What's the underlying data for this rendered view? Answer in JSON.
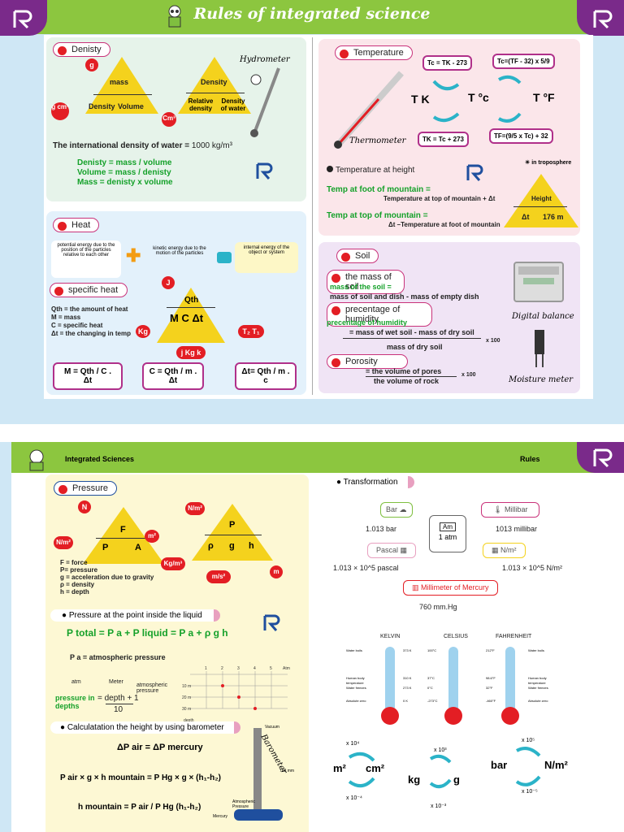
{
  "top": {
    "title": "Rules of integrated science",
    "density": {
      "pill": "Denisty",
      "tri1": {
        "top": "mass",
        "left": "Density",
        "right": "Volume"
      },
      "tri2": {
        "top": "Density",
        "left": "Relative density",
        "right": "Density of water"
      },
      "hydrometer": "Hydrometer",
      "unit_g": "g",
      "unit_gcm": "g cm³",
      "unit_cm": "Cm³",
      "intl": "The international density of water =",
      "intl_val": "1000 kg/m³",
      "f1": "Denisty = mass / volume",
      "f2": "Volume = mass / denisty",
      "f3": "Mass = denisty x volume"
    },
    "temperature": {
      "pill": "Temperature",
      "tk": "T K",
      "tc": "T °c",
      "tf": "T °F",
      "f1": "Tc = TK - 273",
      "f2": "Tc=(TF - 32) x 5/9",
      "f3": "TK = Tc + 273",
      "f4": "TF=(9/5 x Tc) + 32",
      "thermometer": "Thermometer",
      "height_pill": "Temperature at height",
      "tropo": "in troposphere",
      "foot_label": "Temp at foot of mountain =",
      "foot_expr": "Temperature at top of mountain + Δt",
      "top_label": "Temp at top of mountain =",
      "top_expr": "Δt –Temperature at foot of mountain",
      "tri_top": "Height",
      "tri_l": "Δt",
      "tri_r": "176 m"
    },
    "heat": {
      "pill": "Heat",
      "e1": "potential energy due to the position of the particles relative to each other",
      "e2": "kinetic energy due to the motion of the particles",
      "e3": "internal energy of the object or system",
      "sh_pill": "specific heat",
      "tri_top": "Qth",
      "tri_row": "M  C  Δt",
      "u_j": "J",
      "u_kg": "Kg",
      "u_t": "T₂ T₁",
      "u_jkgk": "j Kg k",
      "d1": "Qth = the amount of heat",
      "d2": "M = mass",
      "d3": "C = specific heat",
      "d4": "Δt = the changing in temp",
      "fm": "M = Qth / C . Δt",
      "fc": "C = Qth / m . Δt",
      "ft": "Δt= Qth / m . c"
    },
    "soil": {
      "pill": "Soil",
      "mass_pill": "the mass of soil",
      "mass_def": "mass of the soil =",
      "mass_expr": "mass of soil and dish - mass of empty dish",
      "hum_pill": "precentage of humidity",
      "hum_def": "precentage of humidity",
      "hum_num": "= mass of wet soil - mass of dry soil",
      "hum_den": "mass of dry soil",
      "x100": "x 100",
      "por_pill": "Porosity",
      "por_num": "= the volume of pores",
      "por_den": "the volume of rock",
      "balance": "Digital balance",
      "moisture": "Moisture meter"
    }
  },
  "bottom": {
    "header_left": "Integrated Sciences",
    "header_right": "Rules",
    "pressure": {
      "pill": "Pressure",
      "tri1": {
        "top": "F",
        "l": "P",
        "r": "A"
      },
      "tri2": {
        "top": "P",
        "l": "ρ",
        "m": "g",
        "r": "h"
      },
      "u_n": "N",
      "u_nm2": "N/m²",
      "u_m2": "m²",
      "u_nm2b": "N/m²",
      "u_kgm3": "Kg/m³",
      "u_ms2": "m/s²",
      "u_m": "m",
      "d1": "F = force",
      "d2": "P= pressure",
      "d3": "g = acceleration due to gravity",
      "d4": "ρ = density",
      "d5": "h = depth",
      "liq_pill": "Pressure at the point inside the liquid",
      "ptotal": "P total = P a + P liquid = P a + ρ g h",
      "pa": "P a = atmospheric pressure",
      "atm": "atm",
      "meter": "Meter",
      "atmos": "atmospheric pressure",
      "pid": "pressure in depths",
      "depth": "depth",
      "ten": "10",
      "plus1": "+ 1",
      "graph_ticks": [
        "1",
        "2",
        "3",
        "4",
        "5"
      ],
      "graph_atm": "Atm",
      "graph_rows": [
        "10 m",
        "20 m",
        "30 m"
      ],
      "graph_depth": "depth",
      "baro_pill": "Calculatation the height by using barometer",
      "baro_eq1": "ΔP air = ΔP mercury",
      "baro_eq2": "P air × g × h mountain = P Hg × g × (h₁-h₂)",
      "baro_eq3": "h mountain = P air / P Hg (h₁-h₂)",
      "barometer": "Barometer",
      "vacuum": "Vacuum",
      "mercury": "Mercury",
      "atmp": "Atmospheric Pressure",
      "hgmm": "760 mm"
    },
    "transform": {
      "pill": "Transformation",
      "bar": "Bar",
      "bar_v": "1.013 bar",
      "millibar": "Millibar",
      "millibar_v": "1013 millibar",
      "atm_sym": "Am",
      "atm": "1 atm",
      "pascal": "Pascal",
      "pascal_v": "1.013 × 10^5 pascal",
      "nm2": "N/m²",
      "nm2_v": "1.013 × 10^5 N/m²",
      "mmhg": "Millimeter of Mercury",
      "mmhg_v": "760 mm.Hg"
    },
    "scales": {
      "kelvin": "KELVIN",
      "celsius": "CELSIUS",
      "fahrenheit": "FAHRENHEIT",
      "left_labels": [
        "Water boils",
        "Human body temperature",
        "Water freezes",
        "Absolute zero"
      ],
      "right_labels": [
        "Water boils",
        "Human body temperature",
        "Water freezes",
        "Absolute zero"
      ],
      "k_vals": [
        "373 K",
        "310 K",
        "273 K",
        "0 K"
      ],
      "c_vals": [
        "100°C",
        "37°C",
        "0°C",
        "-273°C"
      ],
      "f_vals": [
        "212°F",
        "98.6°F",
        "32°F",
        "-460°F"
      ]
    },
    "conversions": {
      "m2": "m²",
      "cm2": "cm²",
      "m2_up": "x 10⁴",
      "m2_dn": "x 10⁻⁴",
      "kg": "kg",
      "g": "g",
      "kg_up": "x 10³",
      "kg_dn": "x 10⁻³",
      "bar": "bar",
      "nm2": "N/m²",
      "bar_up": "x 10⁵",
      "bar_dn": "x 10⁻⁵"
    }
  },
  "colors": {
    "green": "#8cc63f",
    "purple": "#7a2a8a",
    "yellow": "#f4d21d",
    "red": "#e31e24",
    "teal": "#2bb3c8"
  }
}
